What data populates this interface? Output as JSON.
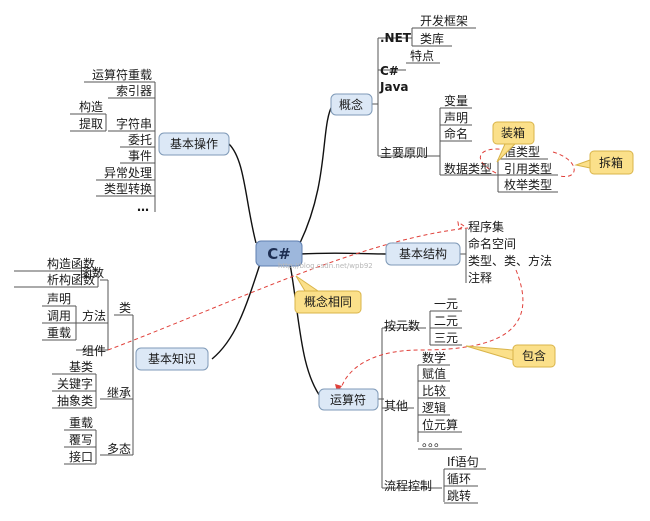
{
  "center": "C#",
  "watermark": "http://blog.csdn.net/wpb92",
  "concept": {
    "label": "概念",
    "net": ".NET",
    "net_children": [
      "开发框架",
      "类库"
    ],
    "csharp": "C#",
    "csharp_child": "特点",
    "java": "Java",
    "principle": "主要原则",
    "principle_children": [
      "变量",
      "声明",
      "命名",
      "数据类型"
    ],
    "datatype_children": [
      "值类型",
      "引用类型",
      "枚举类型"
    ]
  },
  "basic_structure": {
    "label": "基本结构",
    "children": [
      "程序集",
      "命名空间",
      "类型、类、方法",
      "注释"
    ]
  },
  "operator": {
    "label": "运算符",
    "arity": "按元数",
    "arity_children": [
      "一元",
      "二元",
      "三元"
    ],
    "other": "其他",
    "other_children": [
      "数学",
      "赋值",
      "比较",
      "逻辑",
      "位元算",
      "。。。"
    ],
    "flow": "流程控制",
    "flow_children": [
      "If语句",
      "循环",
      "跳转"
    ]
  },
  "basic_ops": {
    "label": "基本操作",
    "children": [
      "运算符重载",
      "索引器",
      "字符串",
      "委托",
      "事件",
      "异常处理",
      "类型转换",
      "…"
    ],
    "string_children": [
      "构造",
      "提取"
    ]
  },
  "basic_knowledge": {
    "label": "基本知识",
    "class": "类",
    "class_function": "函数",
    "function_children": [
      "构造函数",
      "析构函数"
    ],
    "class_method": "方法",
    "method_children": [
      "声明",
      "调用",
      "重载"
    ],
    "component": "组件",
    "inherit": "继承",
    "inherit_children": [
      "基类",
      "关键字",
      "抽象类"
    ],
    "poly": "多态",
    "poly_children": [
      "重载",
      "覆写",
      "接口"
    ]
  },
  "callouts": {
    "boxing": "装箱",
    "unboxing": "拆箱",
    "same_concept": "概念相同",
    "contains": "包含"
  },
  "colors": {
    "node_fill": "#dce8f6",
    "node_stroke": "#7f9ab8",
    "center_fill": "#9db7dc",
    "callout_fill": "#fbe08a",
    "dashed": "#e0403a"
  }
}
